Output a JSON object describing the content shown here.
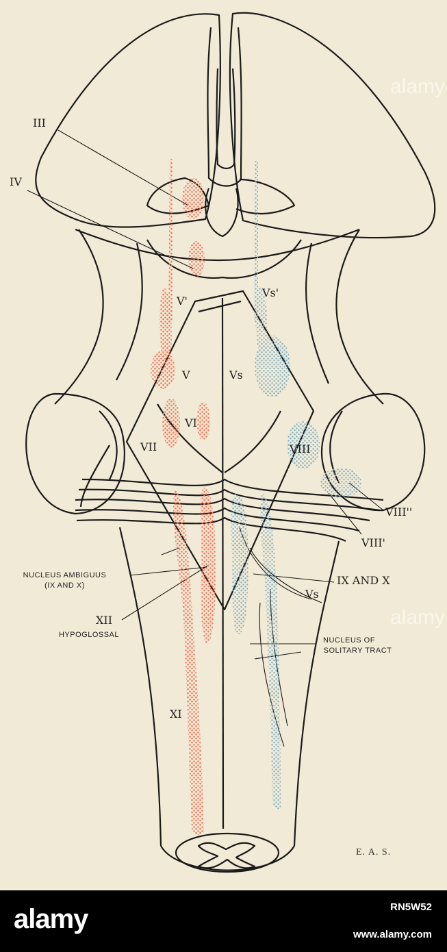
{
  "labels": {
    "iii": "III",
    "iv": "IV",
    "v_prime": "V'",
    "vs_prime": "Vs'",
    "v": "V",
    "vs": "Vs",
    "vi": "VI",
    "vii": "VII",
    "viii": "VIII",
    "viii_double": "VIII''",
    "viii_prime": "VIII'",
    "nucleus_ambiguus": "NUCLEUS AMBIGUUS",
    "nucleus_ambiguus_sub": "(IX AND X)",
    "ix_and_x": "IX AND X",
    "vs_lower": "Vs",
    "xii": "XII",
    "hypoglossal": "HYPOGLOSSAL",
    "nucleus_of": "NUCLEUS OF",
    "solitary_tract": "SOLITARY TRACT",
    "xi": "XI",
    "signature": "E. A. S."
  },
  "colors": {
    "paper": "#f1ead6",
    "ink": "#1a1a1a",
    "motor_nuclei": "#f07a5c",
    "sensory_nuclei": "#7fb0c4"
  },
  "watermark": {
    "text": "alamy"
  },
  "footer": {
    "logo": "alamy",
    "image_id": "RN5W52",
    "site": "www.alamy.com"
  }
}
